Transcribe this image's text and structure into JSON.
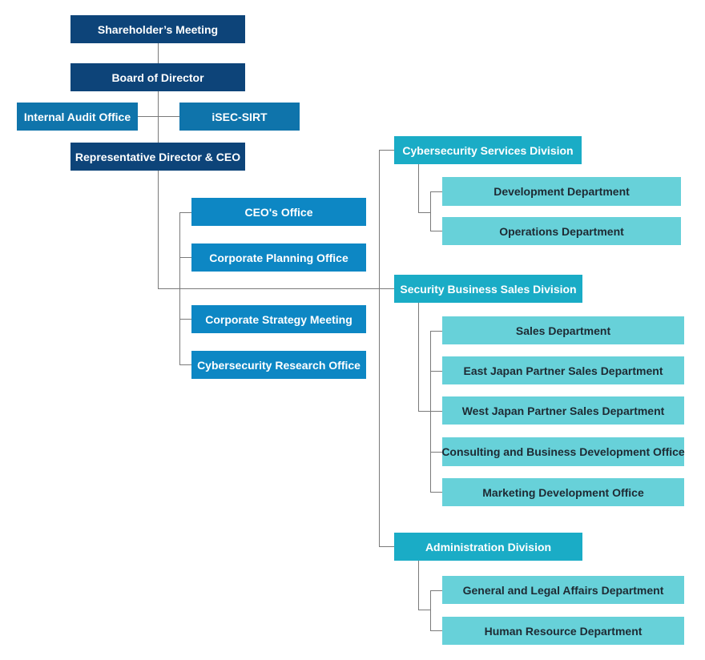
{
  "top": {
    "shareholders": "Shareholder’s Meeting",
    "board": "Board of Director",
    "internal_audit": "Internal Audit Office",
    "isec_sirt": "iSEC-SIRT",
    "ceo": "Representative Director & CEO"
  },
  "staff_offices": [
    "CEO's Office",
    "Corporate Planning Office",
    "Corporate Strategy Meeting",
    "Cybersecurity Research Office"
  ],
  "divisions": [
    {
      "name": "Cybersecurity Services Division",
      "departments": [
        "Development Department",
        "Operations Department"
      ]
    },
    {
      "name": "Security Business Sales Division",
      "departments": [
        "Sales Department",
        "East Japan Partner Sales Department",
        "West Japan Partner Sales Department",
        "Consulting and Business Development Office",
        "Marketing Development Office"
      ]
    },
    {
      "name": "Administration Division",
      "departments": [
        "General and Legal Affairs Department",
        "Human  Resource Department"
      ]
    }
  ],
  "colors": {
    "executive": "#0d4479",
    "audit": "#0f74ab",
    "staff": "#0d87c4",
    "division": "#1aacc6",
    "department": "#67d1d9",
    "connector": "#7a7a7a"
  }
}
